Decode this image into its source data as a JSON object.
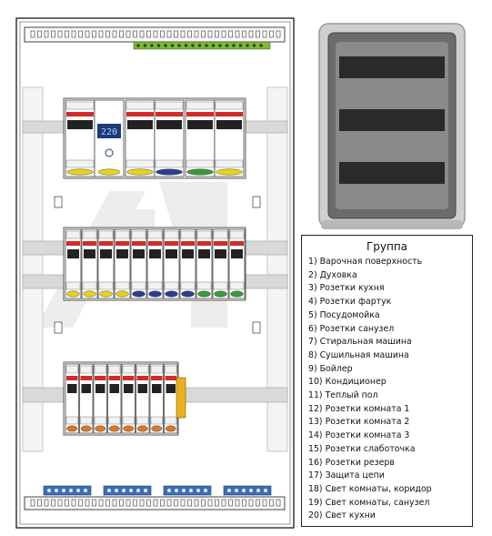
{
  "legend": {
    "title": "Гpуппа",
    "items": [
      "1) Варочная поверхность",
      "2) Духовка",
      "3) Розетки кухня",
      "4) Розетки фартук",
      "5) Посудомойка",
      "6) Розетки санузел",
      "7) Стиральная машина",
      "8) Сушильная машина",
      "9) Бойлер",
      "10)   Кондиционер",
      "11)   Теплый пол",
      "12)   Розетки комната 1",
      "13)   Розетки комната 2",
      "14)   Розетки комната 3",
      "15)   Розетки слаботочка",
      "16)   Розетки резерв",
      "17)   Защита цепи",
      "18)   Свет комнаты, коридор",
      "19)   Свет комнаты, санузел",
      "20)   Свет кухни"
    ]
  },
  "colors": {
    "frame": "#2b2b2b",
    "rail": "#d9d9d9",
    "breaker_red": "#d42a2a",
    "label_yellow": "#e8d21c",
    "label_blue": "#2a3f8f",
    "label_green": "#3a9a3a",
    "label_orange": "#d9772a",
    "bus_green": "#7fb83a",
    "bus_blue": "#3b6fb5",
    "enclosure_grey": "#9a9a9a"
  },
  "panel": {
    "row1_labels": [
      "yellow",
      "",
      "yellow",
      "blue",
      "green",
      "yellow"
    ],
    "row2_labels": [
      "yellow",
      "yellow",
      "yellow",
      "yellow",
      "blue",
      "blue",
      "blue",
      "blue",
      "green",
      "green",
      "green"
    ],
    "row3_labels": [
      "orange",
      "orange",
      "orange",
      "orange",
      "orange",
      "orange",
      "orange",
      "orange"
    ],
    "meter_display": "220"
  }
}
